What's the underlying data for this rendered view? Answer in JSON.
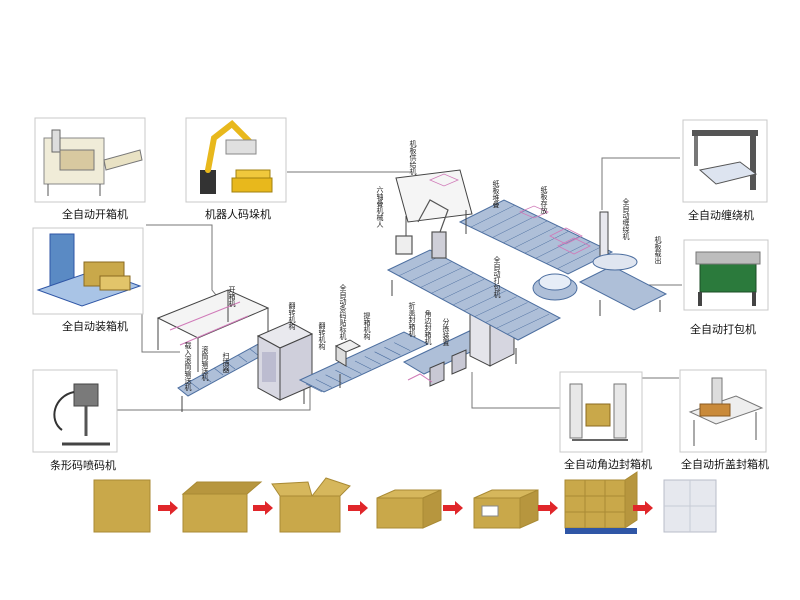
{
  "machines": {
    "case_erector": "全自动开箱机",
    "robot_palletizer": "机器人码垛机",
    "stretch_wrapper": "全自动缠绕机",
    "case_packer": "全自动装箱机",
    "strapping_machine": "全自动打包机",
    "barcode_printer": "条形码喷码机",
    "corner_sealer": "全自动角边封箱机",
    "flap_sealer": "全自动折盖封箱机"
  },
  "line_labels": {
    "case_open": "开箱机",
    "manual_loading_conveyor": "载入滚筒输送机",
    "roller_conveyor": "滚筒输送机",
    "scanner": "扫描器",
    "flip_mechanism": "翻转机构",
    "auto_labeler": "全自动条码贴标机",
    "lift_mechanism": "提箱机构",
    "folding_sealer": "折盖封箱机",
    "corner_sealer": "角边封箱机",
    "sorting": "分拣装置",
    "auto_packer": "全自动打包机",
    "pallet_feeder": "机板供给机",
    "six_axis_robot": "六轴叠机械人",
    "pallet_stacking": "纸板堆叠",
    "pallet_storage": "纸板存放",
    "auto_wrapper": "全自动缠绕机",
    "pallet_out": "机板载出"
  },
  "flow_steps": [
    {
      "name": "flat-blank"
    },
    {
      "name": "open-box"
    },
    {
      "name": "flaps-open-box"
    },
    {
      "name": "sealed-box"
    },
    {
      "name": "labeled-box"
    },
    {
      "name": "palletized-stack"
    },
    {
      "name": "wrapped-pallet"
    }
  ],
  "colors": {
    "conveyor": "#4d6fa0",
    "conveyor_light": "#aebfd8",
    "machine_frame": "#444444",
    "robot_yellow": "#e8b81c",
    "box_kraft": "#c9a84a",
    "box_kraft_dark": "#a98a34",
    "arrow_red": "#e0262a",
    "pallet_blue": "#2f56a6",
    "pink_line": "#d07ab8"
  }
}
